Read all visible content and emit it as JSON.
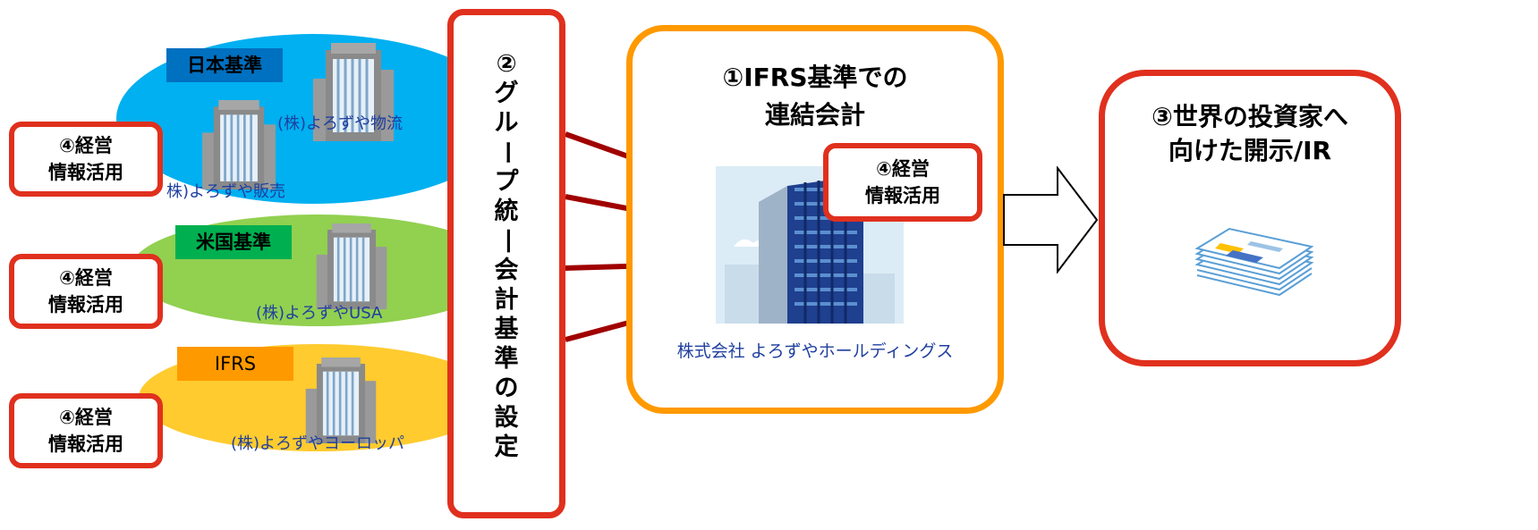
{
  "standards": {
    "japan": "日本基準",
    "us": "米国基準",
    "ifrs": "IFRS"
  },
  "companies": {
    "logistics": "(株)よろずや物流",
    "sales": "株)よろずや販売",
    "usa": "(株)よろずやUSA",
    "europe": "(株)よろずやヨーロッパ"
  },
  "management": {
    "line1": "④経営",
    "line2": "情報活用"
  },
  "group_standard": {
    "chars": [
      "②",
      "グ",
      "ル",
      "ー",
      "プ",
      "統",
      "一",
      "会",
      "計",
      "基",
      "準",
      "の",
      "設",
      "定"
    ]
  },
  "consolidation": {
    "line1": "①IFRS基準での",
    "line2": "連結会計",
    "company": "株式会社 よろずやホールディングス"
  },
  "disclosure": {
    "line1": "③世界の投資家へ",
    "line2": "向けた開示/IR"
  },
  "colors": {
    "red_border": "#e0301e",
    "orange_border": "#ff9900",
    "blue_ellipse": "#00b0f0",
    "green_ellipse": "#92d050",
    "orange_ellipse": "#ffc000",
    "japan_label": "#0070c0",
    "us_label": "#00b050",
    "ifrs_label": "#ff9900",
    "connector": "#a00000",
    "company_text": "#1f3f9f"
  },
  "icons": [
    "building-icon",
    "skyscraper-icon",
    "documents-icon",
    "right-arrow-icon"
  ]
}
